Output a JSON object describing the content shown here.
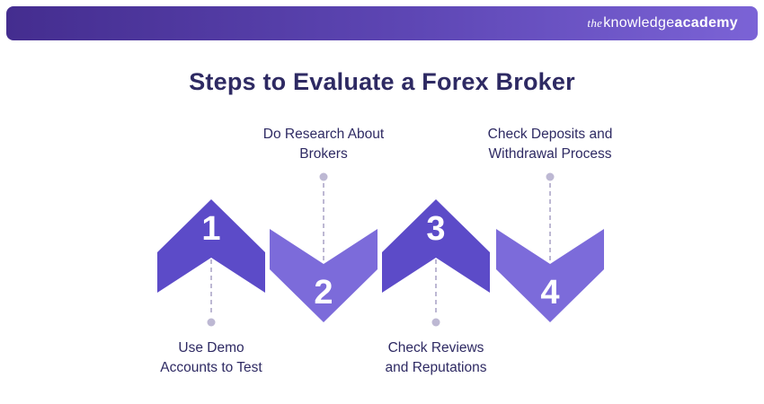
{
  "header": {
    "logo": {
      "the": "the",
      "knowledge": "knowledge",
      "academy": "academy"
    }
  },
  "title": "Steps to Evaluate a Forex Broker",
  "steps": [
    {
      "number": "1",
      "label": "Use Demo Accounts to Test",
      "label_lines": [
        "Use Demo",
        "Accounts to Test"
      ],
      "label_position": "bottom"
    },
    {
      "number": "2",
      "label": "Do Research About Brokers",
      "label_lines": [
        "Do Research About",
        "Brokers"
      ],
      "label_position": "top"
    },
    {
      "number": "3",
      "label": "Check Reviews and Reputations",
      "label_lines": [
        "Check Reviews",
        "and Reputations"
      ],
      "label_position": "bottom"
    },
    {
      "number": "4",
      "label": "Check Deposits and Withdrawal Process",
      "label_lines": [
        "Check Deposits and",
        "Withdrawal Process"
      ],
      "label_position": "top"
    }
  ],
  "colors": {
    "chevron_dark": "#5C4BC8",
    "chevron_light": "#7C6BDA",
    "connector": "#BDB8D3",
    "banner_start": "#44yes2d8f",
    "banner_end": "#7b63d6",
    "text": "#2e2a63",
    "number_text": "#ffffff"
  }
}
